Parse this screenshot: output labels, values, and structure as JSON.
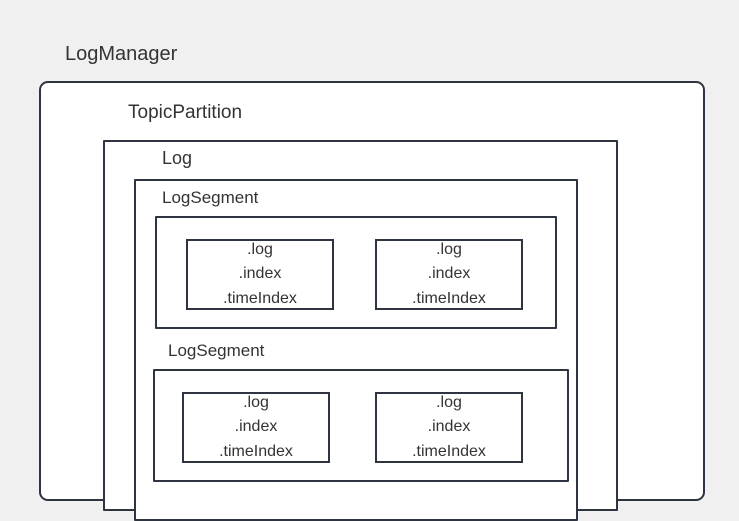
{
  "diagram": {
    "background_color": "#f0f0f0",
    "border_color": "#2e3440",
    "box_fill": "#ffffff",
    "text_color": "#333333",
    "nodes": {
      "logmanager": {
        "label": "LogManager"
      },
      "topicpartition": {
        "label": "TopicPartition"
      },
      "log": {
        "label": "Log"
      },
      "logsegment_1": {
        "label": "LogSegment"
      },
      "logsegment_2": {
        "label": "LogSegment"
      }
    },
    "file_groups": [
      {
        "segment": 1,
        "position": "left",
        "lines": [
          ".log",
          ".index",
          ".timeIndex"
        ]
      },
      {
        "segment": 1,
        "position": "right",
        "lines": [
          ".log",
          ".index",
          ".timeIndex"
        ]
      },
      {
        "segment": 2,
        "position": "left",
        "lines": [
          ".log",
          ".index",
          ".timeIndex"
        ]
      },
      {
        "segment": 2,
        "position": "right",
        "lines": [
          ".log",
          ".index",
          ".timeIndex"
        ]
      }
    ]
  }
}
